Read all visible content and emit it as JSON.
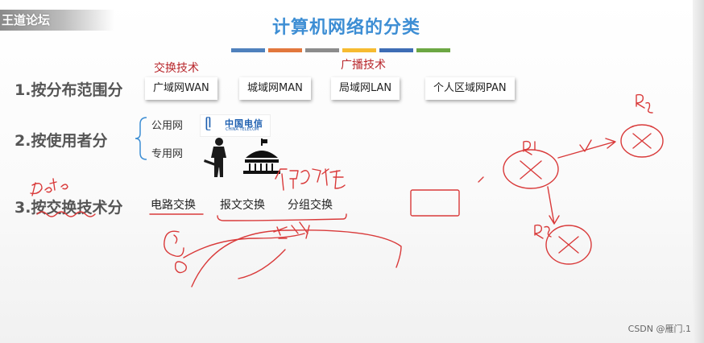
{
  "watermark": "王道论坛",
  "title": "计算机网络的分类",
  "title_bar_colors": [
    "#4f81bd",
    "#e2773d",
    "#8c8c8c",
    "#f6bb30",
    "#3e6db5",
    "#6ca743"
  ],
  "annotations": {
    "switching_tech": "交换技术",
    "broadcast_tech": "广播技术"
  },
  "rows": [
    {
      "label": "1.按分布范围分",
      "items": [
        "广域网WAN",
        "城域网MAN",
        "局域网LAN",
        "个人区域网PAN"
      ]
    },
    {
      "label": "2.按使用者分",
      "items": [
        "公用网",
        "专用网"
      ]
    },
    {
      "label": "3.按交换技术分",
      "items": [
        "电路交换",
        "报文交换",
        "分组交换"
      ]
    }
  ],
  "telecom_logo": {
    "cn": "中国电信",
    "en": "CHINA TELECOM"
  },
  "footer": "CSDN @雁门.1",
  "colors": {
    "title": "#3d8ed4",
    "accent_red": "#b8262b",
    "ink_red": "#d93a3a"
  }
}
